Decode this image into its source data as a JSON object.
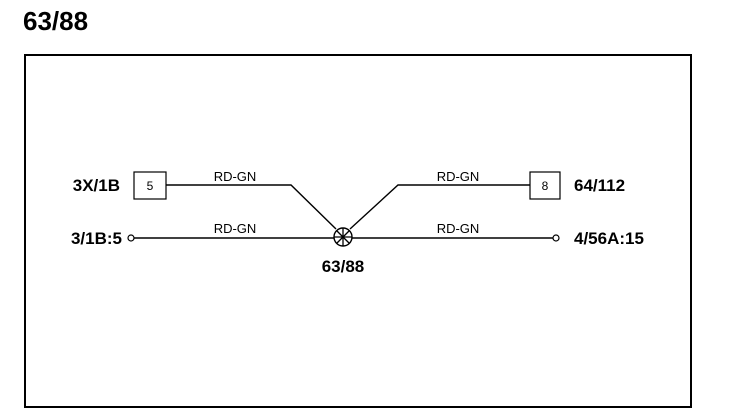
{
  "title": "63/88",
  "splice": {
    "label": "63/88"
  },
  "connectors": {
    "left_top": {
      "name": "3X/1B",
      "pin": "5"
    },
    "right_top": {
      "name": "64/112",
      "pin": "8"
    },
    "left_bottom": {
      "name": "3/1B:5"
    },
    "right_bottom": {
      "name": "4/56A:15"
    }
  },
  "wires": {
    "left_top": {
      "color": "RD-GN"
    },
    "right_top": {
      "color": "RD-GN"
    },
    "left_bottom": {
      "color": "RD-GN"
    },
    "right_bottom": {
      "color": "RD-GN"
    }
  }
}
